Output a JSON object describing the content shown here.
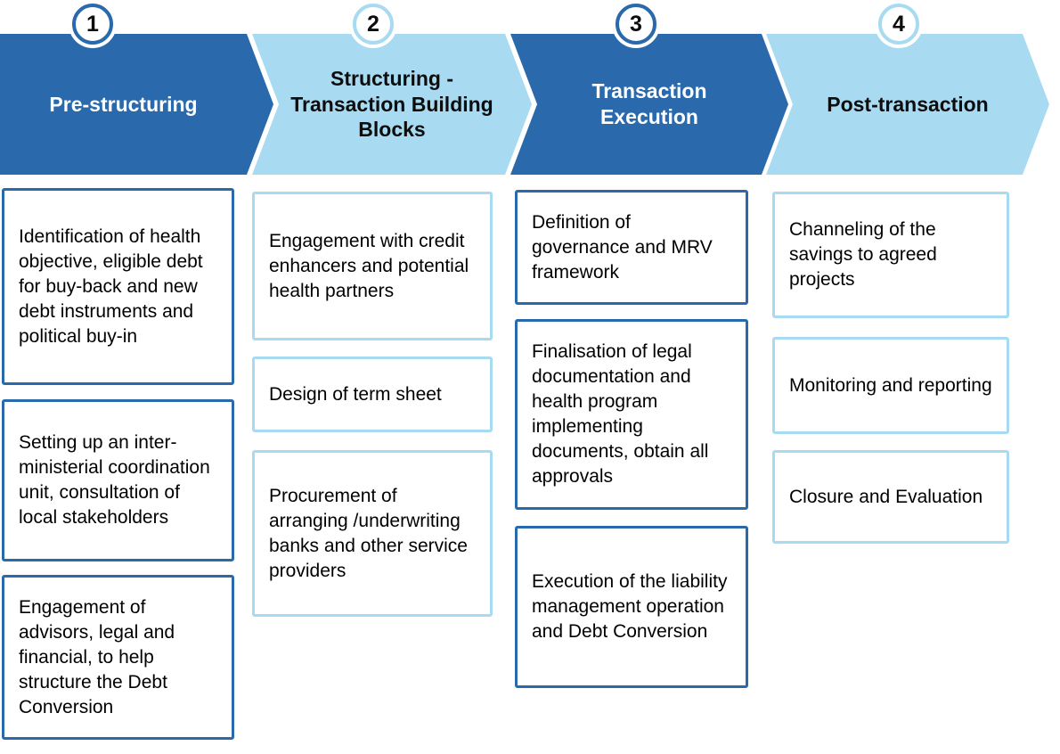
{
  "colors": {
    "dark_blue": "#2969AC",
    "light_blue": "#A8DBF2",
    "box_background": "#FFFFFF",
    "dark_arrow_text": "#FFFFFF",
    "light_arrow_text": "#0D0D0D",
    "body_text": "#000000"
  },
  "phases": [
    {
      "number": "1",
      "title": "Pre-structuring",
      "theme": "dark",
      "boxes": [
        "Identification of health objective, eligible debt for buy-back and new debt instruments and political buy-in",
        "Setting up an inter-ministerial coordination unit, consultation of local stakeholders",
        "Engagement of advisors, legal and financial, to help structure the Debt Conversion"
      ]
    },
    {
      "number": "2",
      "title": "Structuring - Transaction Building Blocks",
      "theme": "light",
      "boxes": [
        "Engagement with credit enhancers and potential health partners",
        "Design of term sheet",
        "Procurement of arranging /underwriting banks and other service providers"
      ]
    },
    {
      "number": "3",
      "title": "Transaction Execution",
      "theme": "dark",
      "boxes": [
        "Definition of governance and MRV framework",
        "Finalisation of legal documentation and health program implementing documents, obtain all approvals",
        "Execution of the liability management operation and Debt Conversion"
      ]
    },
    {
      "number": "4",
      "title": "Post-transaction",
      "theme": "light",
      "boxes": [
        "Channeling of the savings to agreed projects",
        "Monitoring and reporting",
        "Closure and Evaluation"
      ]
    }
  ]
}
